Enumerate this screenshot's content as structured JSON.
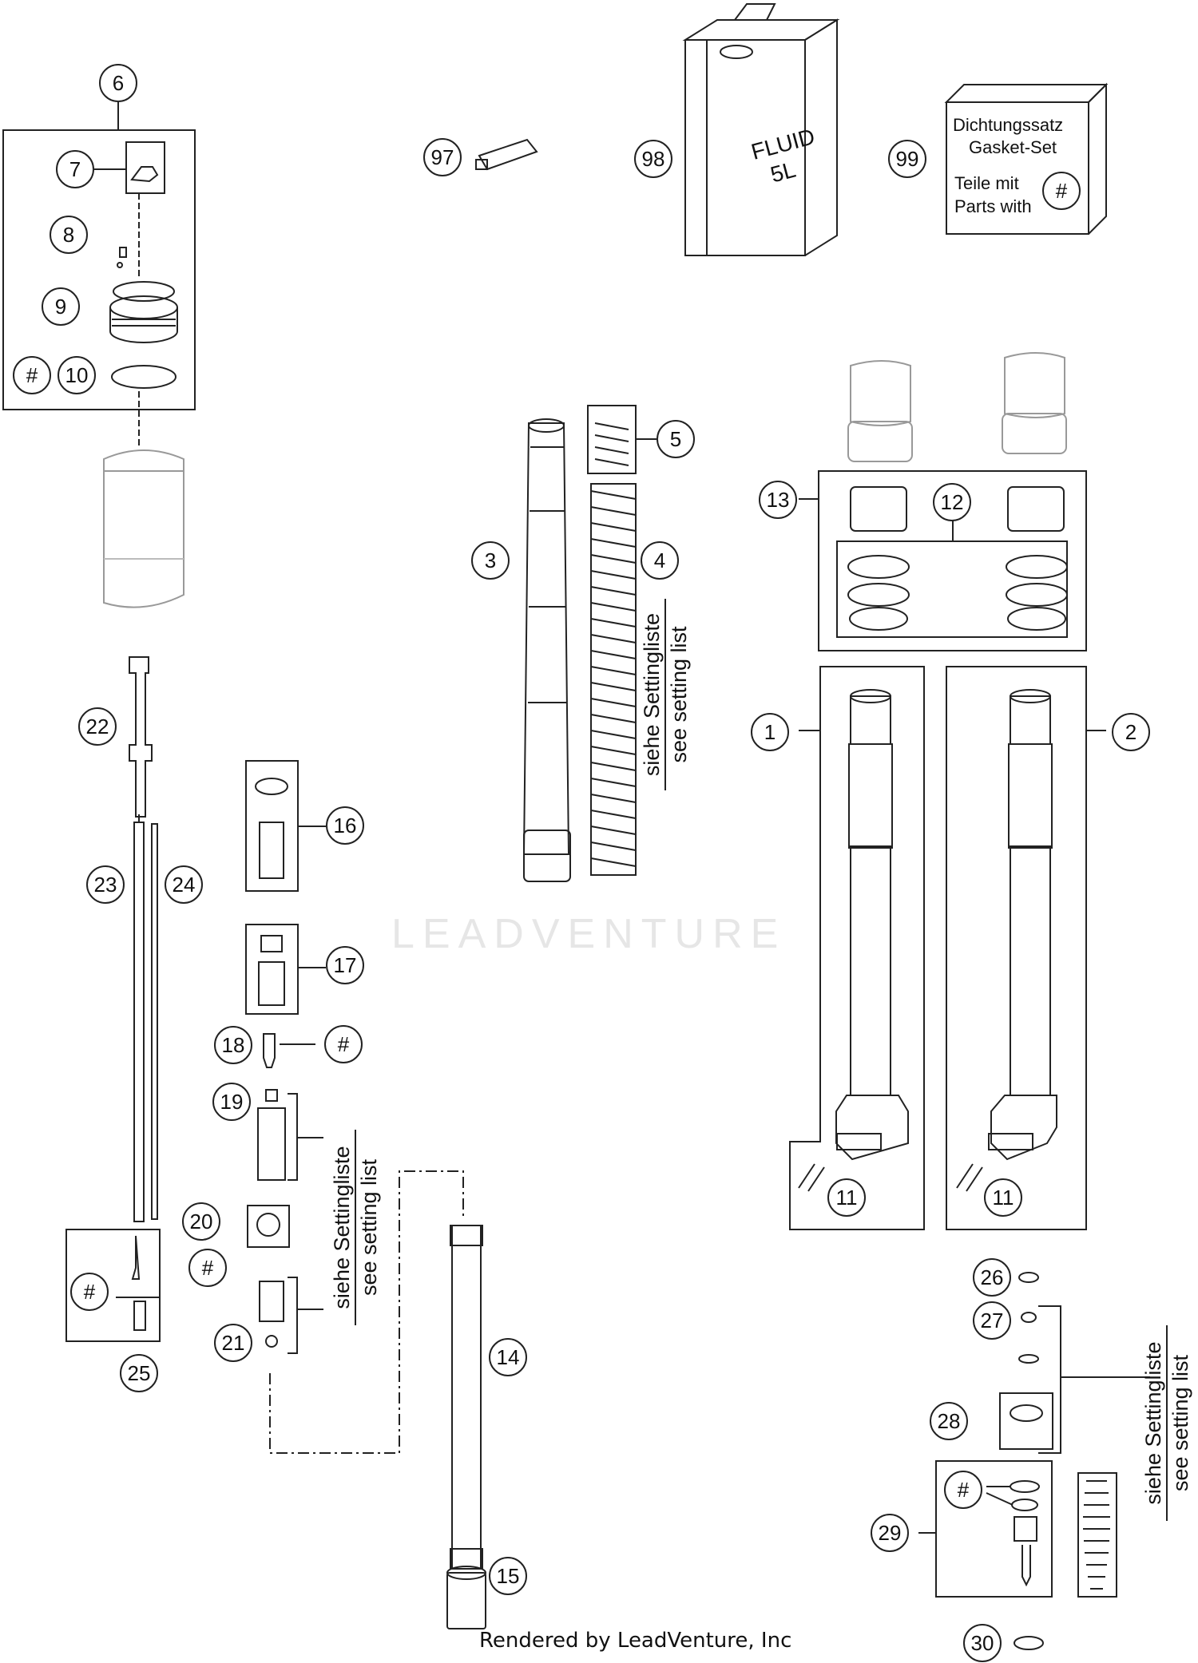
{
  "labels": [
    "1",
    "2",
    "3",
    "4",
    "5",
    "6",
    "7",
    "8",
    "9",
    "10",
    "11",
    "11",
    "12",
    "13",
    "14",
    "15",
    "16",
    "17",
    "18",
    "19",
    "20",
    "21",
    "22",
    "23",
    "24",
    "25",
    "26",
    "27",
    "28",
    "29",
    "30",
    "97",
    "98",
    "99"
  ],
  "hash_marker": "#",
  "gasket_box": {
    "line1": "Dichtungssatz",
    "line2": "Gasket-Set",
    "line3": "Teile mit",
    "line4": "Parts with"
  },
  "fluid_can": {
    "line1": "FLUID",
    "line2": "5L"
  },
  "setting_note": {
    "de": "siehe Settingliste",
    "en": "see setting list"
  },
  "watermark": "LEADVENTURE",
  "footer": "Rendered by LeadVenture, Inc"
}
